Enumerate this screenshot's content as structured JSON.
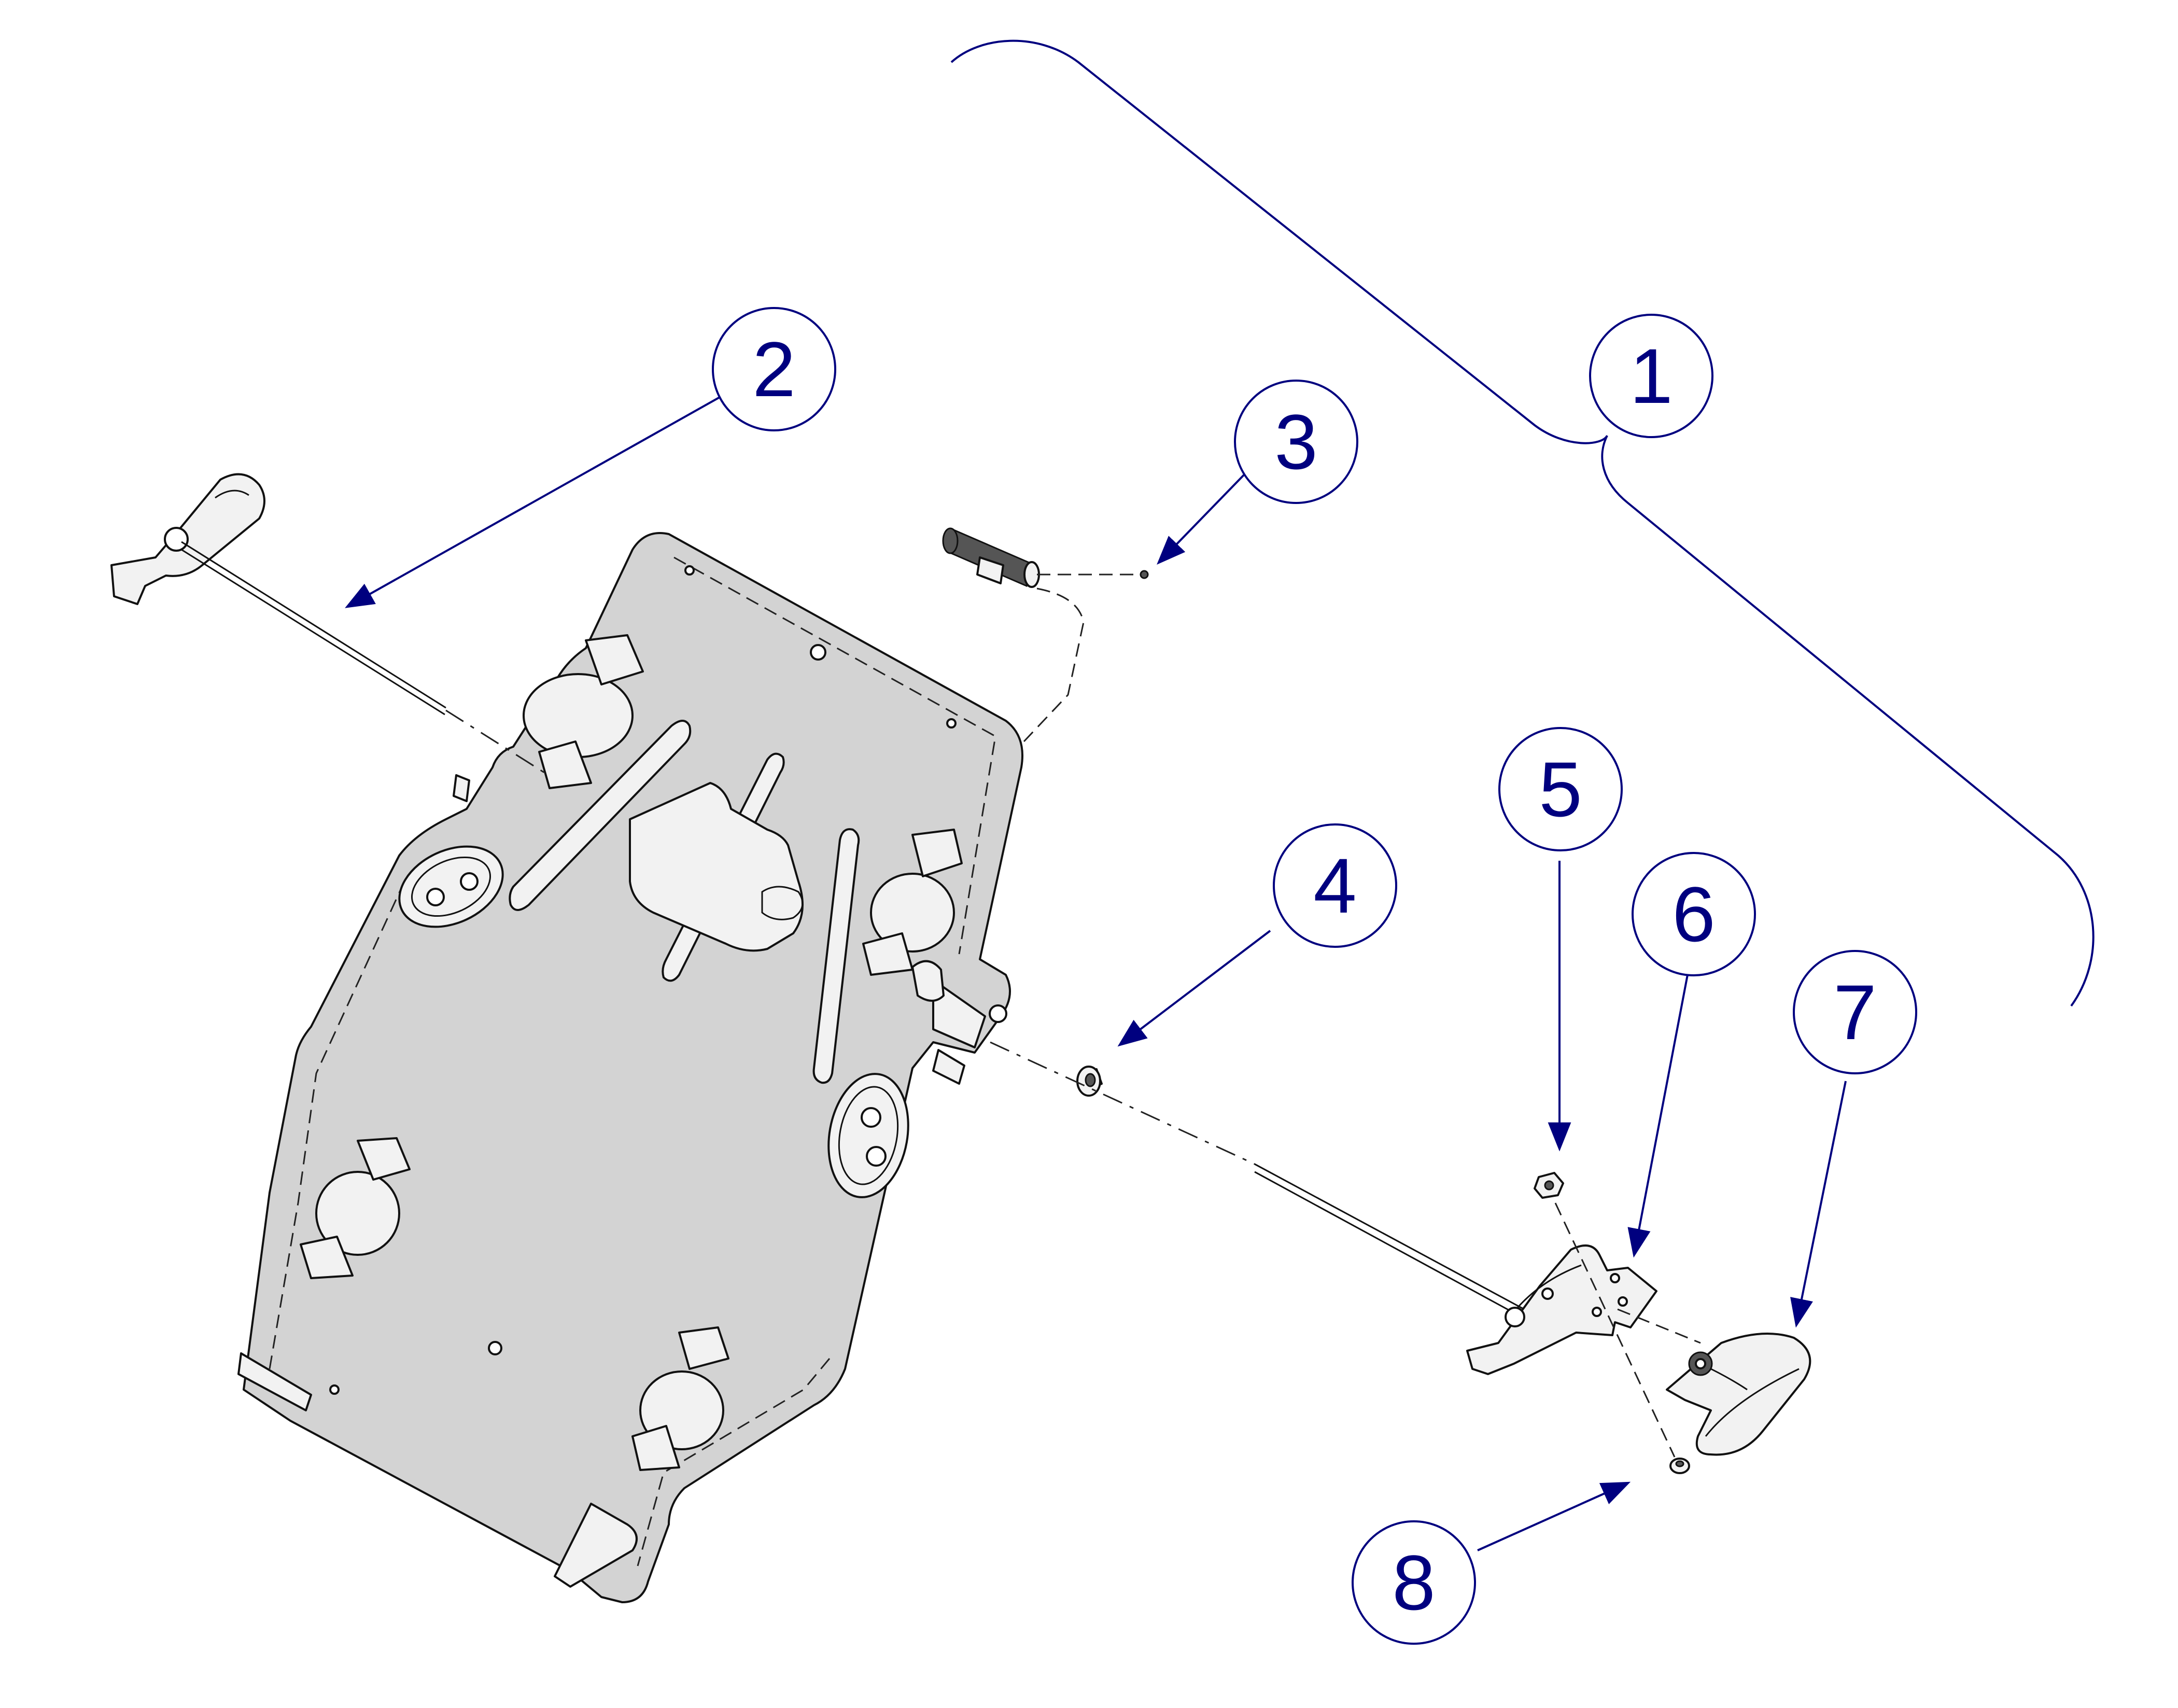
{
  "callouts": [
    {
      "id": "1",
      "label": "1"
    },
    {
      "id": "2",
      "label": "2"
    },
    {
      "id": "3",
      "label": "3"
    },
    {
      "id": "4",
      "label": "4"
    },
    {
      "id": "5",
      "label": "5"
    },
    {
      "id": "6",
      "label": "6"
    },
    {
      "id": "7",
      "label": "7"
    },
    {
      "id": "8",
      "label": "8"
    }
  ],
  "colors": {
    "callout": "#00007f",
    "part_fill": "#d3d3d3",
    "outline": "#111111"
  },
  "parts": [
    "mounting-plate",
    "latch-rod-left",
    "latch-pin-cylinder",
    "bushing",
    "nut",
    "latch-bracket-right",
    "knob",
    "nut-lower"
  ]
}
